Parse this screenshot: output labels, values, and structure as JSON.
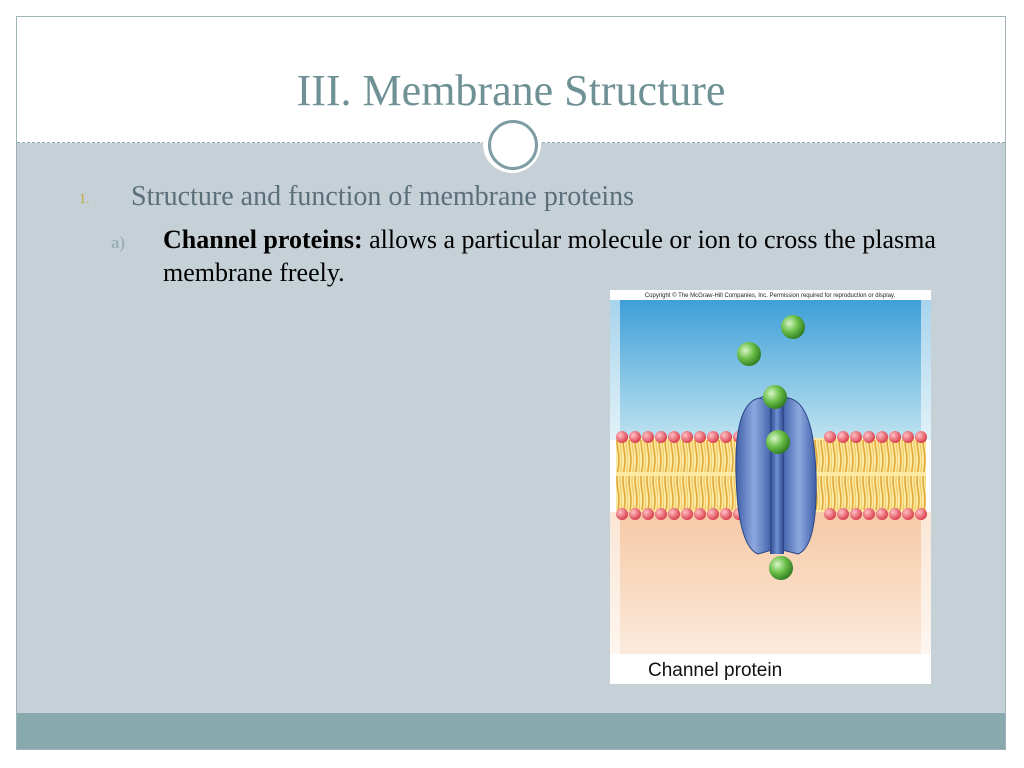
{
  "slide": {
    "title": "III. Membrane Structure"
  },
  "outline": {
    "level1": {
      "marker": "1.",
      "text": "Structure and function of membrane proteins"
    },
    "level2": {
      "marker": "a)",
      "term": "Channel proteins:",
      "definition": " allows a particular molecule or ion to cross the plasma membrane freely."
    }
  },
  "figure": {
    "copyright": "Copyright © The McGraw-Hill Companies, Inc. Permission required for reproduction or display.",
    "caption": "Channel protein"
  },
  "colors": {
    "title": "#6f9196",
    "background": "#c6d1d7",
    "bottom_band": "#88aaad",
    "number_accent": "#c2a640"
  }
}
